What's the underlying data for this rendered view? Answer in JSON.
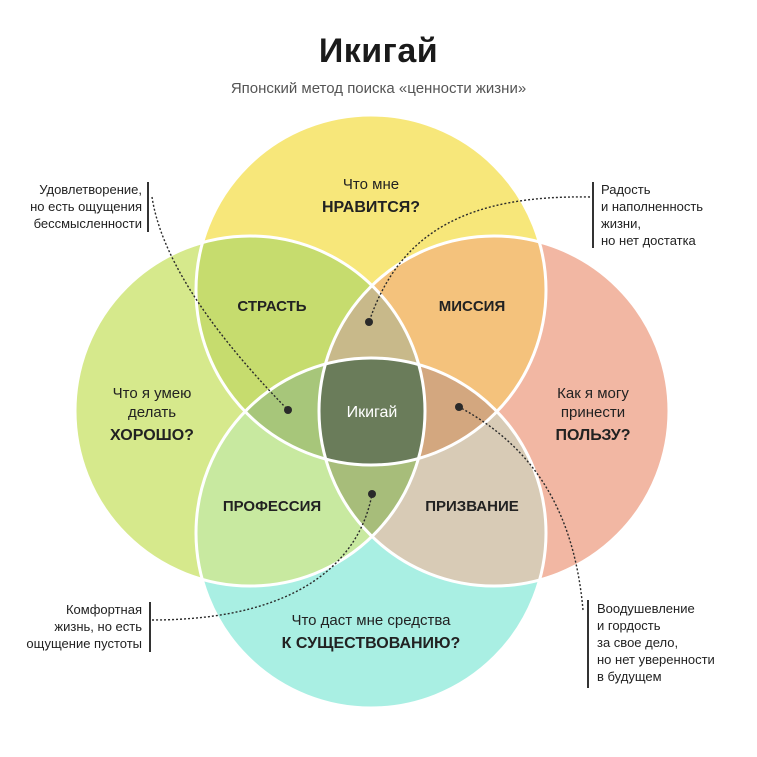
{
  "header": {
    "title": "Икигай",
    "subtitle": "Японский метод поиска «ценности жизни»"
  },
  "circles": {
    "top": {
      "line1": "Что мне",
      "line2": "НРАВИТСЯ?",
      "color": "#f7e77a"
    },
    "left": {
      "line1": "Что я умею",
      "line2": "делать",
      "line3": "ХОРОШО?",
      "color": "#d6e98c"
    },
    "right": {
      "line1": "Как я могу",
      "line2": "принести",
      "line3": "ПОЛЬЗУ?",
      "color": "#f2b7a3"
    },
    "bottom": {
      "line1": "Что даст мне средства",
      "line2": "К СУЩЕСТВОВАНИЮ?",
      "color": "#a9efe3"
    }
  },
  "regions": {
    "passion": {
      "label": "СТРАСТЬ",
      "color": "#c6dc6e"
    },
    "mission": {
      "label": "МИССИЯ",
      "color": "#f4c27c"
    },
    "profession": {
      "label": "ПРОФЕССИЯ",
      "color": "#c8e9a0"
    },
    "vocation": {
      "label": "ПРИЗВАНИЕ",
      "color": "#d8cbb6"
    },
    "center": {
      "label": "Икигай",
      "color": "#6a7c5a"
    },
    "lens_top": {
      "color": "#c8b98a"
    },
    "lens_left": {
      "color": "#a7c67a"
    },
    "lens_right": {
      "color": "#d3a77f"
    },
    "lens_bottom": {
      "color": "#a7bd7a"
    }
  },
  "notes": {
    "top_left": [
      "Удовлетворение,",
      "но есть ощущения",
      "бессмысленности"
    ],
    "top_right": [
      "Радость",
      "и наполненность",
      "жизни,",
      "но нет достатка"
    ],
    "bottom_left": [
      "Комфортная",
      "жизнь, но есть",
      "ощущение пустоты"
    ],
    "bottom_right": [
      "Воодушевление",
      "и гордость",
      "за свое дело,",
      "но нет уверенности",
      "в будущем"
    ]
  }
}
